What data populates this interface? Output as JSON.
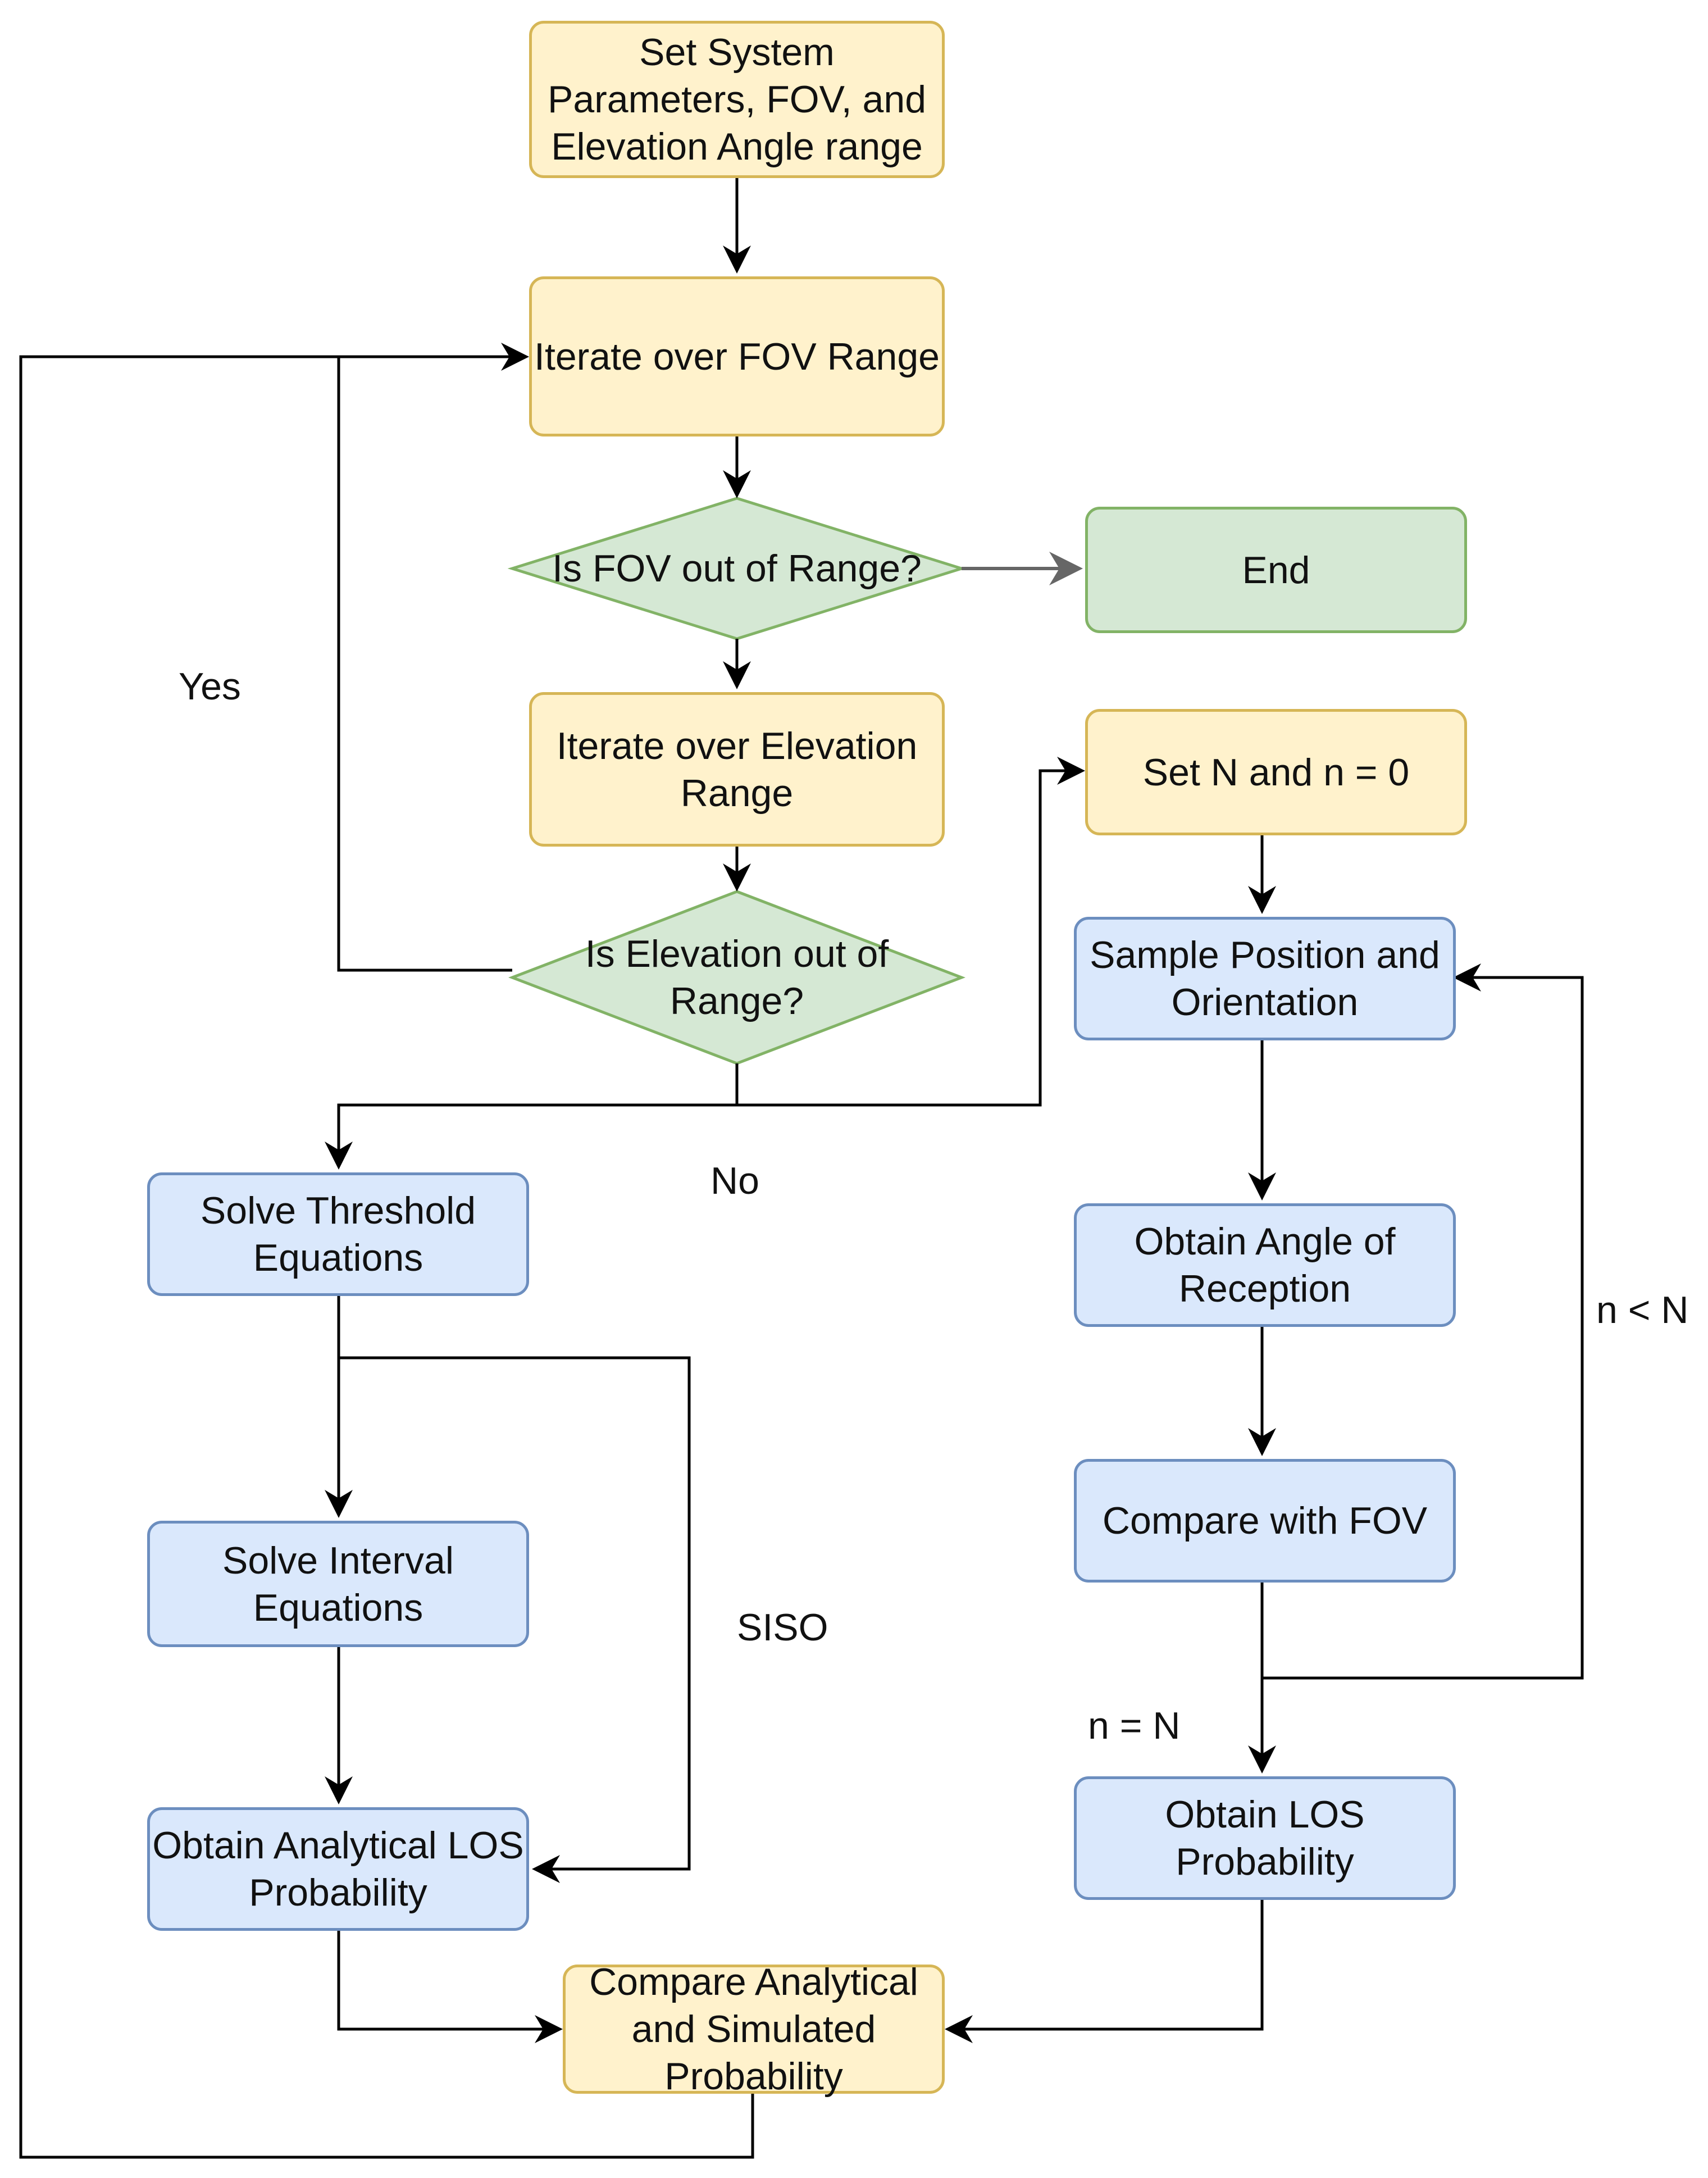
{
  "nodes": {
    "set_params": "Set System\nParameters, FOV, and\nElevation Angle range",
    "iterate_fov": "Iterate over FOV Range",
    "fov_check": "Is FOV out of Range?",
    "end": "End",
    "iterate_elev": "Iterate over Elevation\nRange",
    "elev_check": "Is Elevation out of\nRange?",
    "set_n": "Set N and n = 0",
    "sample": "Sample Position and\nOrientation",
    "angle": "Obtain Angle of\nReception",
    "compare_fov": "Compare with FOV",
    "los": "Obtain LOS\nProbability",
    "threshold": "Solve Threshold\nEquations",
    "interval": "Solve Interval\nEquations",
    "analytical": "Obtain Analytical LOS\nProbability",
    "compare_prob": "Compare Analytical\nand Simulated\nProbability"
  },
  "edge_labels": {
    "yes": "Yes",
    "no": "No",
    "siso": "SISO",
    "n_less": "n < N",
    "n_equal": "n = N"
  },
  "colors": {
    "process_fill": "#fff2cc",
    "process_stroke": "#d6b656",
    "compute_fill": "#dae8fc",
    "compute_stroke": "#6c8ebf",
    "decision_fill": "#d5e8d4",
    "decision_stroke": "#82b366",
    "line": "#000000"
  }
}
